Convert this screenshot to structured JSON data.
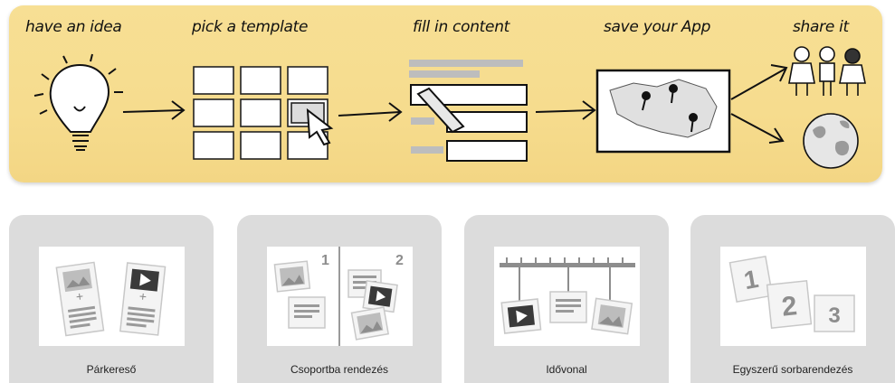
{
  "banner": {
    "steps": [
      {
        "label": "have an idea"
      },
      {
        "label": "pick a template"
      },
      {
        "label": "fill in content"
      },
      {
        "label": "save your App"
      },
      {
        "label": "share it"
      }
    ]
  },
  "templates": [
    {
      "label": "Párkereső",
      "icon": "pair-matching-thumbnail-icon"
    },
    {
      "label": "Csoportba rendezés",
      "icon": "grouping-thumbnail-icon",
      "numbers": [
        "1",
        "2"
      ]
    },
    {
      "label": "Idővonal",
      "icon": "timeline-thumbnail-icon"
    },
    {
      "label": "Egyszerű sorbarendezés",
      "icon": "simple-ordering-thumbnail-icon",
      "numbers": [
        "1",
        "2",
        "3"
      ]
    }
  ],
  "colors": {
    "banner": "#f6dc8e",
    "card": "#dcdcdc",
    "thumb": "#ffffff",
    "ink": "#111111"
  }
}
